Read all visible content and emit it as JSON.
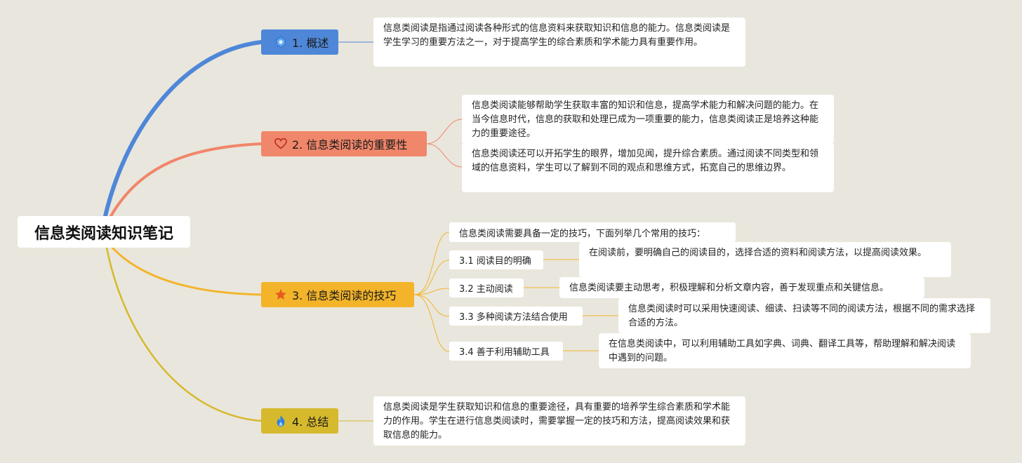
{
  "root": "信息类阅读知识笔记",
  "branches": [
    {
      "label": "1. 概述",
      "color": "#4f87d8",
      "icon": "blue-gear-icon",
      "notes": [
        "信息类阅读是指通过阅读各种形式的信息资料来获取知识和信息的能力。信息类阅读是学生学习的重要方法之一，对于提高学生的综合素质和学术能力具有重要作用。"
      ]
    },
    {
      "label": "2. 信息类阅读的重要性",
      "color": "#f0866a",
      "icon": "heart-icon",
      "notes": [
        "信息类阅读能够帮助学生获取丰富的知识和信息，提高学术能力和解决问题的能力。在当今信息时代，信息的获取和处理已成为一项重要的能力，信息类阅读正是培养这种能力的重要途径。",
        "信息类阅读还可以开拓学生的眼界，增加见闻，提升综合素质。通过阅读不同类型和领域的信息资料，学生可以了解到不同的观点和思维方式，拓宽自己的思维边界。"
      ]
    },
    {
      "label": "3. 信息类阅读的技巧",
      "color": "#f3b42a",
      "icon": "star-icon",
      "intro": "信息类阅读需要具备一定的技巧，下面列举几个常用的技巧：",
      "subs": [
        {
          "label": "3.1 阅读目的明确",
          "note": "在阅读前，要明确自己的阅读目的，选择合适的资料和阅读方法，以提高阅读效果。"
        },
        {
          "label": "3.2 主动阅读",
          "note": "信息类阅读要主动思考，积极理解和分析文章内容，善于发现重点和关键信息。"
        },
        {
          "label": "3.3 多种阅读方法结合使用",
          "note": "信息类阅读时可以采用快速阅读、细读、扫读等不同的阅读方法，根据不同的需求选择合适的方法。"
        },
        {
          "label": "3.4 善于利用辅助工具",
          "note": "在信息类阅读中，可以利用辅助工具如字典、词典、翻译工具等，帮助理解和解决阅读中遇到的问题。"
        }
      ]
    },
    {
      "label": "4. 总结",
      "color": "#d6b92d",
      "icon": "flame-icon",
      "notes": [
        "信息类阅读是学生获取知识和信息的重要途径，具有重要的培养学生综合素质和学术能力的作用。学生在进行信息类阅读时，需要掌握一定的技巧和方法，提高阅读效果和获取信息的能力。"
      ]
    }
  ]
}
